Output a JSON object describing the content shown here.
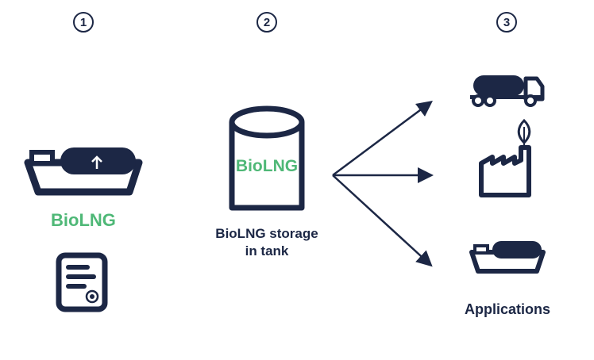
{
  "steps": [
    "1",
    "2",
    "3"
  ],
  "ship_cargo_label": "BioLNG",
  "tank_label": "BioLNG",
  "storage_caption_line1": "BioLNG storage",
  "storage_caption_line2": "in tank",
  "applications_label": "Applications",
  "colors": {
    "navy": "#1c2745",
    "green": "#4fb877",
    "background": "#ffffff"
  },
  "icons": [
    "ship-icon",
    "up-arrow-icon",
    "certificate-icon",
    "tank-icon",
    "arrow-icon",
    "truck-icon",
    "factory-icon",
    "leaf-icon",
    "small-ship-icon"
  ]
}
